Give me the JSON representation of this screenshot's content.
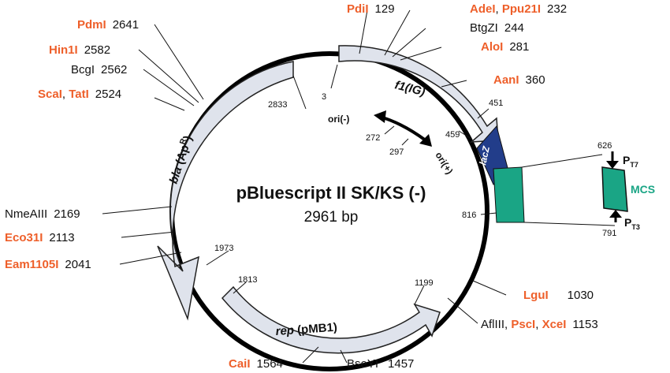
{
  "title": "pBluescript II SK/KS (-)",
  "size": "2961 bp",
  "colors": {
    "enzyme": "#ee5f2a",
    "mcs": "#1aa585",
    "lacz": "#223d8a",
    "arrow": "#dfe3ec",
    "backbone": "#000000"
  },
  "features": {
    "bla": {
      "name": "bla",
      "sup": "R",
      "open": " (Ap",
      "close": ")"
    },
    "f1": "f1(IG)",
    "rep": {
      "italic": "rep",
      "rest": " (pMB1)"
    },
    "lacz": "lacZ",
    "mcs": "MCS",
    "ori_minus": "ori(-)",
    "ori_plus": "ori(+)",
    "t7": {
      "p": "P",
      "sub": "T7"
    },
    "t3": {
      "p": "P",
      "sub": "T3"
    }
  },
  "enzymes": [
    {
      "parts": [
        {
          "t": "PdmI",
          "c": "o"
        }
      ],
      "pos": "2641"
    },
    {
      "parts": [
        {
          "t": "Hin1I",
          "c": "o"
        }
      ],
      "pos": "2582"
    },
    {
      "parts": [
        {
          "t": "BcgI",
          "c": "k"
        }
      ],
      "pos": "2562"
    },
    {
      "parts": [
        {
          "t": "ScaI",
          "c": "o"
        },
        {
          "t": ", ",
          "c": "k"
        },
        {
          "t": "TatI",
          "c": "o"
        }
      ],
      "pos": "2524"
    },
    {
      "parts": [
        {
          "t": "PdiI",
          "c": "o"
        }
      ],
      "pos": "129"
    },
    {
      "parts": [
        {
          "t": "AdeI",
          "c": "o"
        },
        {
          "t": ", ",
          "c": "k"
        },
        {
          "t": "Ppu21I",
          "c": "o"
        }
      ],
      "pos": "232"
    },
    {
      "parts": [
        {
          "t": "BtgZI",
          "c": "k"
        }
      ],
      "pos": "244"
    },
    {
      "parts": [
        {
          "t": "AloI",
          "c": "o"
        }
      ],
      "pos": "281"
    },
    {
      "parts": [
        {
          "t": "AanI",
          "c": "o"
        }
      ],
      "pos": "360"
    },
    {
      "parts": [
        {
          "t": "NmeAIII",
          "c": "k"
        }
      ],
      "pos": "2169"
    },
    {
      "parts": [
        {
          "t": "Eco31I",
          "c": "o"
        }
      ],
      "pos": "2113"
    },
    {
      "parts": [
        {
          "t": "Eam1105I",
          "c": "o"
        }
      ],
      "pos": "2041"
    },
    {
      "parts": [
        {
          "t": "LguI",
          "c": "o"
        }
      ],
      "pos": "1030"
    },
    {
      "parts": [
        {
          "t": "AflIII",
          "c": "k"
        },
        {
          "t": ", ",
          "c": "k"
        },
        {
          "t": "PscI",
          "c": "o"
        },
        {
          "t": ", ",
          "c": "k"
        },
        {
          "t": "XceI",
          "c": "o"
        }
      ],
      "pos": "1153"
    },
    {
      "parts": [
        {
          "t": "CaiI",
          "c": "o"
        }
      ],
      "pos": "1564"
    },
    {
      "parts": [
        {
          "t": "BseYI",
          "c": "k"
        }
      ],
      "pos": "1457"
    }
  ],
  "coords": [
    "2833",
    "3",
    "451",
    "459",
    "272",
    "297",
    "626",
    "816",
    "791",
    "1973",
    "1813",
    "1199"
  ]
}
